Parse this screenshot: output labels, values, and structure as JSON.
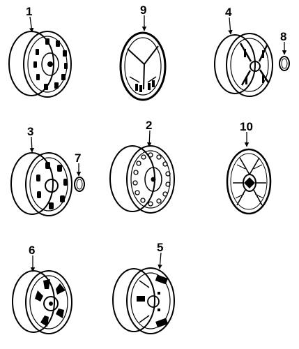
{
  "colors": {
    "ink": "#000000",
    "paper": "#ffffff"
  },
  "callouts": [
    "1",
    "9",
    "4",
    "8",
    "3",
    "2",
    "10",
    "7",
    "6",
    "5"
  ]
}
